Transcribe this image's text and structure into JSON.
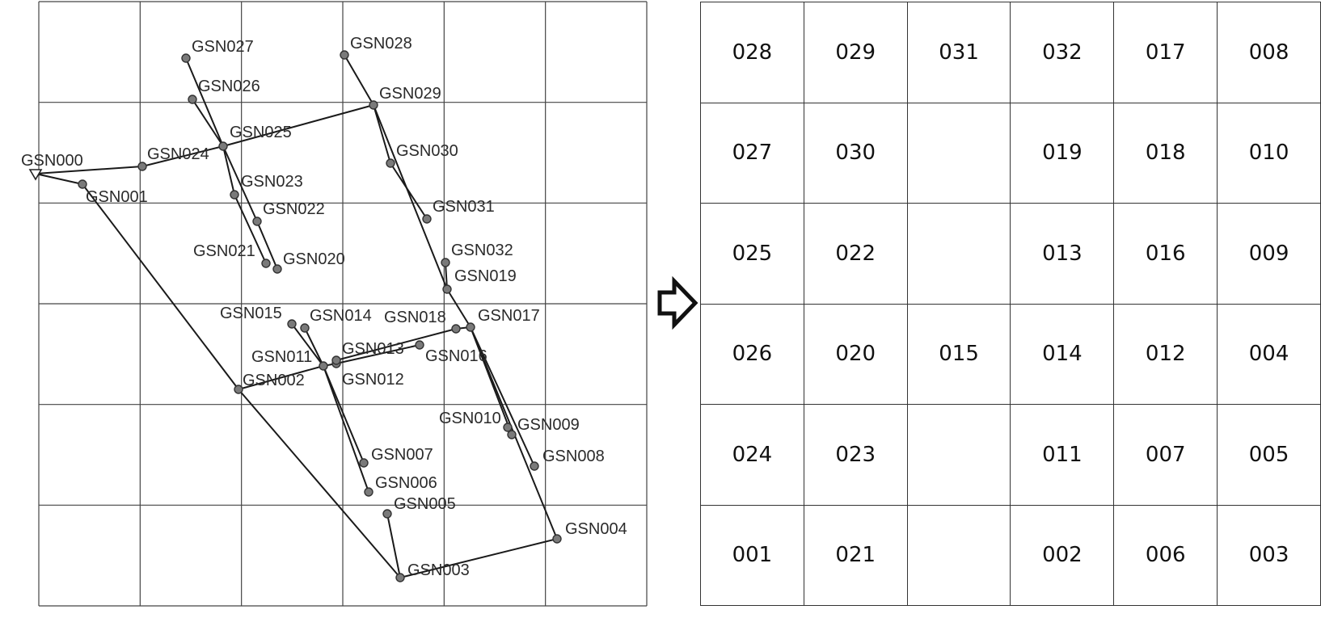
{
  "network": {
    "root": "GSN000",
    "nodes": [
      "GSN000",
      "GSN001",
      "GSN002",
      "GSN003",
      "GSN004",
      "GSN005",
      "GSN006",
      "GSN007",
      "GSN008",
      "GSN009",
      "GSN010",
      "GSN011",
      "GSN012",
      "GSN013",
      "GSN014",
      "GSN015",
      "GSN016",
      "GSN017",
      "GSN018",
      "GSN019",
      "GSN020",
      "GSN021",
      "GSN022",
      "GSN023",
      "GSN024",
      "GSN025",
      "GSN026",
      "GSN027",
      "GSN028",
      "GSN029",
      "GSN030",
      "GSN031",
      "GSN032"
    ],
    "edges": [
      [
        "GSN000",
        "GSN024"
      ],
      [
        "GSN024",
        "GSN025"
      ],
      [
        "GSN025",
        "GSN029"
      ],
      [
        "GSN000",
        "GSN001"
      ],
      [
        "GSN001",
        "GSN002"
      ],
      [
        "GSN002",
        "GSN003"
      ],
      [
        "GSN002",
        "GSN011"
      ],
      [
        "GSN003",
        "GSN005"
      ],
      [
        "GSN003",
        "GSN004"
      ],
      [
        "GSN004",
        "GSN017"
      ],
      [
        "GSN017",
        "GSN009"
      ],
      [
        "GSN009",
        "GSN010"
      ],
      [
        "GSN017",
        "GSN008"
      ],
      [
        "GSN017",
        "GSN018"
      ],
      [
        "GSN018",
        "GSN013"
      ],
      [
        "GSN017",
        "GSN019"
      ],
      [
        "GSN019",
        "GSN032"
      ],
      [
        "GSN019",
        "GSN029"
      ],
      [
        "GSN029",
        "GSN028"
      ],
      [
        "GSN029",
        "GSN030"
      ],
      [
        "GSN030",
        "GSN031"
      ],
      [
        "GSN025",
        "GSN027"
      ],
      [
        "GSN025",
        "GSN026"
      ],
      [
        "GSN025",
        "GSN023"
      ],
      [
        "GSN023",
        "GSN021"
      ],
      [
        "GSN025",
        "GSN022"
      ],
      [
        "GSN022",
        "GSN020"
      ],
      [
        "GSN011",
        "GSN015"
      ],
      [
        "GSN011",
        "GSN014"
      ],
      [
        "GSN011",
        "GSN007"
      ],
      [
        "GSN011",
        "GSN006"
      ],
      [
        "GSN011",
        "GSN012"
      ],
      [
        "GSN012",
        "GSN016"
      ],
      [
        "GSN013",
        "GSN012"
      ]
    ]
  },
  "grid": {
    "rows": [
      [
        "028",
        "029",
        "031",
        "032",
        "017",
        "008"
      ],
      [
        "027",
        "030",
        "",
        "019",
        "018",
        "010"
      ],
      [
        "025",
        "022",
        "",
        "013",
        "016",
        "009"
      ],
      [
        "026",
        "020",
        "015",
        "014",
        "012",
        "004"
      ],
      [
        "024",
        "023",
        "",
        "011",
        "007",
        "005"
      ],
      [
        "001",
        "021",
        "",
        "002",
        "006",
        "003"
      ]
    ]
  }
}
